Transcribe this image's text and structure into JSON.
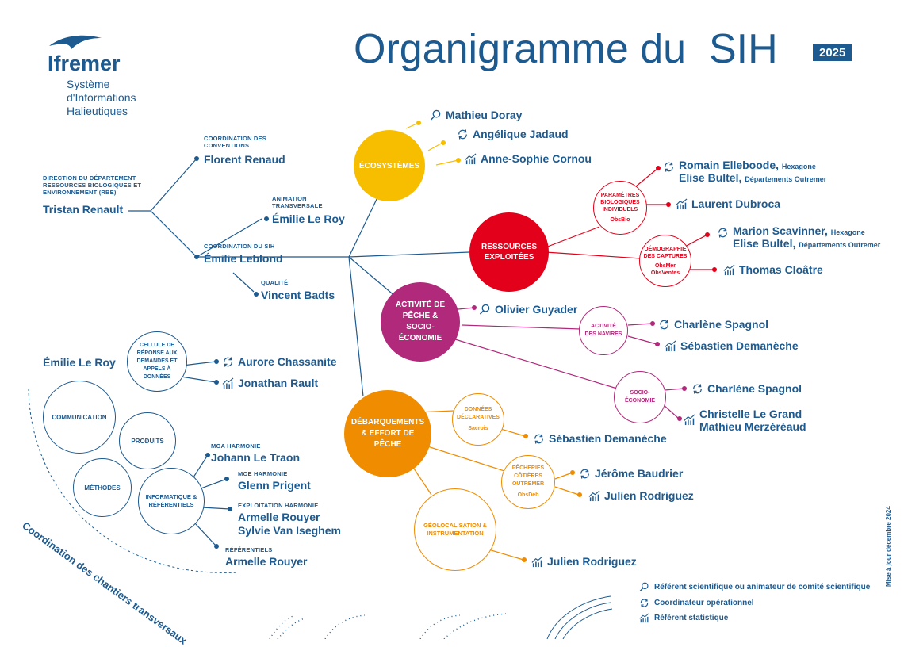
{
  "header": {
    "title": "Organigramme du  SIH",
    "year_badge": "2025",
    "logo_text": "Ifremer",
    "org_line1": "Système",
    "org_line2": "d'Informations",
    "org_line3": "Halieutiques"
  },
  "left_tree": {
    "direction_role": "Direction du département ressources biologiques et environnement (RBE)",
    "direction_name": "Tristan Renault",
    "conventions_role": "Coordination des conventions",
    "conventions_name": "Florent Renaud",
    "animation_role": "Animation transversale",
    "animation_name": "Émilie Le Roy",
    "coord_sih_role": "Coordination du SIH",
    "coord_sih_name": "Émilie Leblond",
    "qualite_role": "Qualité",
    "qualite_name": "Vincent Badts"
  },
  "circles": {
    "ecosystemes": "Écosystèmes",
    "ressources": "Ressources exploitées",
    "activite": "Activité de pêche & socio-économie",
    "debarquements": "Débarquements & effort de pêche",
    "parametres": "Paramètres biologiques individuels",
    "parametres_sub": "ObsBio",
    "demographie": "Démographie des captures",
    "demographie_sub1": "ObsMer",
    "demographie_sub2": "ObsVentes",
    "activite_navires": "Activité des navires",
    "socio": "Socio-économie",
    "donnees": "Données déclaratives",
    "donnees_sub": "Sacrois",
    "pecheries": "Pêcheries côtières outremer",
    "pecheries_sub": "ObsDeb",
    "geoloc": "Géolocalisation & instrumentation",
    "cellule": "Cellule de réponse aux demandes et appels à données",
    "communication": "Communication",
    "produits": "Produits",
    "methodes": "Méthodes",
    "informatique": "Informatique & référentiels"
  },
  "people": {
    "doray": "Mathieu Doray",
    "jadaud": "Angélique Jadaud",
    "cornou": "Anne-Sophie Cornou",
    "elleboode": "Romain Elleboode",
    "elleboode_note": "Hexagone",
    "bultel1": "Elise Bultel",
    "bultel1_note": "Départements Outremer",
    "dubroca": "Laurent Dubroca",
    "scavinner": "Marion Scavinner",
    "scavinner_note": "Hexagone",
    "bultel2": "Elise Bultel",
    "bultel2_note": "Départements Outremer",
    "cloatre": "Thomas Cloâtre",
    "guyader": "Olivier Guyader",
    "spagnol1": "Charlène Spagnol",
    "demaneche1": "Sébastien Demanèche",
    "spagnol2": "Charlène Spagnol",
    "legrand": "Christelle Le Grand",
    "merzereaud": "Mathieu Merzéréaud",
    "demaneche2": "Sébastien Demanèche",
    "baudrier": "Jérôme Baudrier",
    "rodriguez1": "Julien Rodriguez",
    "rodriguez2": "Julien Rodriguez",
    "chassanite": "Aurore Chassanite",
    "rault": "Jonathan Rault",
    "leroy_comm": "Émilie Le Roy",
    "moa_role": "MOA Harmonie",
    "moa_name": "Johann Le Traon",
    "moe_role": "MOE Harmonie",
    "moe_name": "Glenn Prigent",
    "exploit_role": "Exploitation Harmonie",
    "exploit_name1": "Armelle Rouyer",
    "exploit_name2": "Sylvie Van Iseghem",
    "ref_role": "Référentiels",
    "ref_name": "Armelle Rouyer"
  },
  "arc_label": "Coordination des chantiers transversaux",
  "side_note": "Mise à jour décembre 2024",
  "legend": {
    "scientific": "Référent scientifique ou animateur de comité scientifique",
    "operational": "Coordinateur opérationnel",
    "statistical": "Référent statistique"
  },
  "colors": {
    "blue": "#1d5a8f",
    "yellow": "#f7be00",
    "red": "#e2001a",
    "magenta": "#b0297a",
    "orange": "#ef8c00"
  },
  "icons": [
    "magnifier-icon",
    "cycle-arrows-icon",
    "bar-chart-icon"
  ]
}
